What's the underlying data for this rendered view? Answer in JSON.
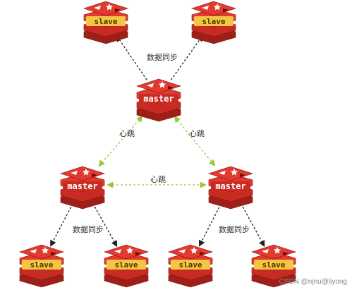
{
  "colors": {
    "redis_top": "#e33a2f",
    "redis_mid": "#c72b22",
    "redis_dark": "#9e1f18",
    "slave_band": "#f6c544",
    "master_band": "#c72b22",
    "sync_arrow": "#222222",
    "heartbeat_arrow": "#9cc43a"
  },
  "icon": "redis-logo-icon",
  "nodes": [
    {
      "id": "slave-top-left",
      "role": "slave",
      "label": "slave"
    },
    {
      "id": "slave-top-right",
      "role": "slave",
      "label": "slave"
    },
    {
      "id": "master-top",
      "role": "master",
      "label": "master"
    },
    {
      "id": "master-left",
      "role": "master",
      "label": "master"
    },
    {
      "id": "master-right",
      "role": "master",
      "label": "master"
    },
    {
      "id": "slave-bottom-1",
      "role": "slave",
      "label": "slave"
    },
    {
      "id": "slave-bottom-2",
      "role": "slave",
      "label": "slave"
    },
    {
      "id": "slave-bottom-3",
      "role": "slave",
      "label": "slave"
    },
    {
      "id": "slave-bottom-4",
      "role": "slave",
      "label": "slave"
    }
  ],
  "edges": [
    {
      "from": "master-top",
      "to": "slave-top-left",
      "kind": "sync"
    },
    {
      "from": "master-top",
      "to": "slave-top-right",
      "kind": "sync"
    },
    {
      "from": "master-top",
      "to": "master-left",
      "kind": "heartbeat",
      "bidirectional": true
    },
    {
      "from": "master-top",
      "to": "master-right",
      "kind": "heartbeat",
      "bidirectional": true
    },
    {
      "from": "master-left",
      "to": "master-right",
      "kind": "heartbeat",
      "bidirectional": true
    },
    {
      "from": "master-left",
      "to": "slave-bottom-1",
      "kind": "sync"
    },
    {
      "from": "master-left",
      "to": "slave-bottom-2",
      "kind": "sync"
    },
    {
      "from": "master-right",
      "to": "slave-bottom-3",
      "kind": "sync"
    },
    {
      "from": "master-right",
      "to": "slave-bottom-4",
      "kind": "sync"
    }
  ],
  "edge_labels": {
    "sync_top": "数据同步",
    "heartbeat_left": "心跳",
    "heartbeat_right": "心跳",
    "heartbeat_middle": "心跳",
    "sync_bottom_left": "数据同步",
    "sync_bottom_right": "数据同步"
  },
  "watermark": "CSDN @njnu@liyong"
}
